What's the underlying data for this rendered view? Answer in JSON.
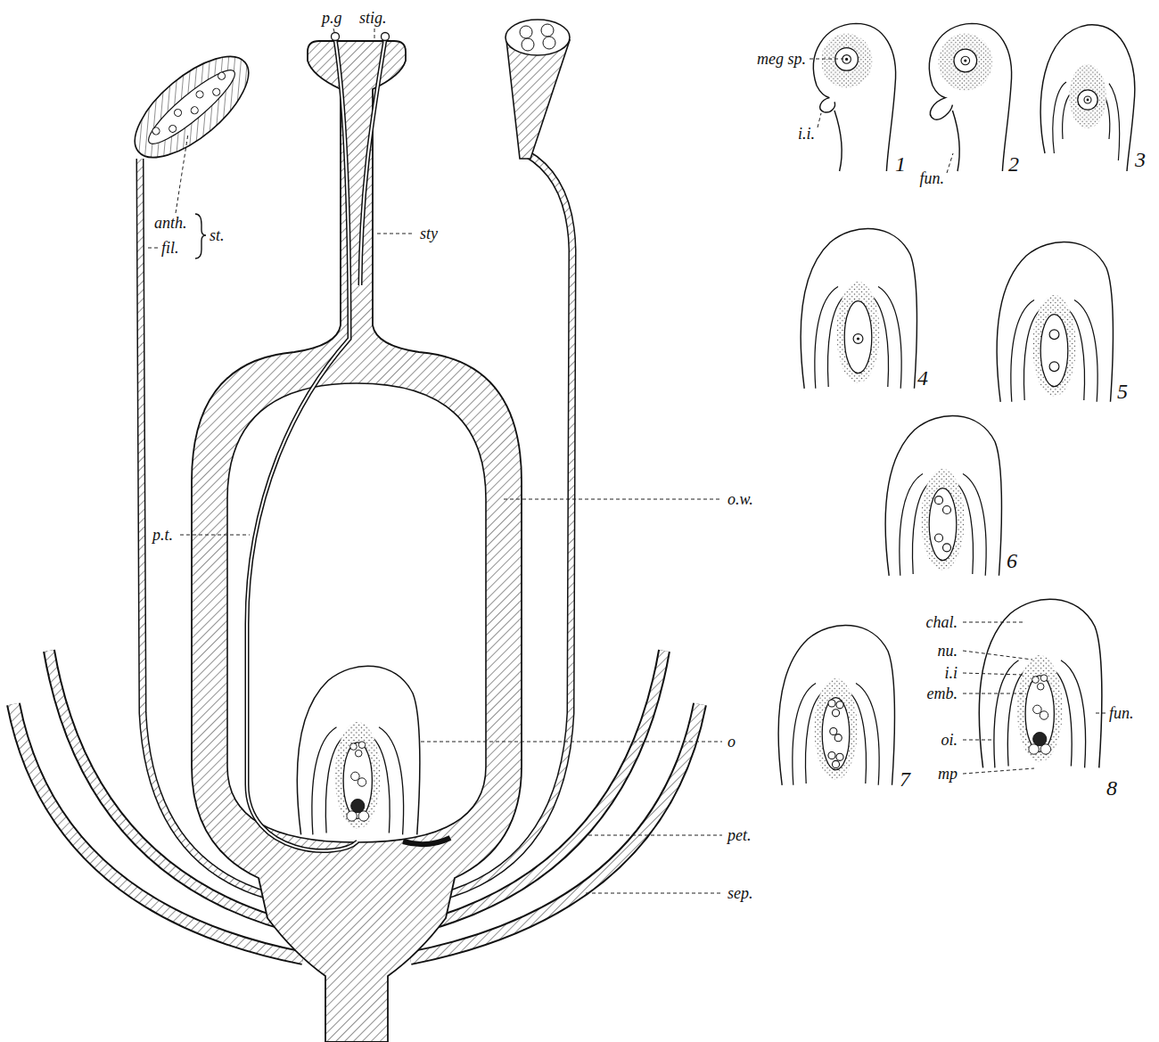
{
  "diagram": {
    "labels": [
      "p.g",
      "stig.",
      "meg sp.",
      "anth.",
      "fil.",
      "st.",
      "i.i.",
      "fun.",
      "1",
      "2",
      "3",
      "sty",
      "p.t.",
      "4",
      "5",
      "o.w.",
      "o",
      "6",
      "chal.",
      "nu.",
      "i.i",
      "emb.",
      "pet.",
      "oi.",
      "sep.",
      "mp",
      "7",
      "8",
      "fun."
    ]
  }
}
